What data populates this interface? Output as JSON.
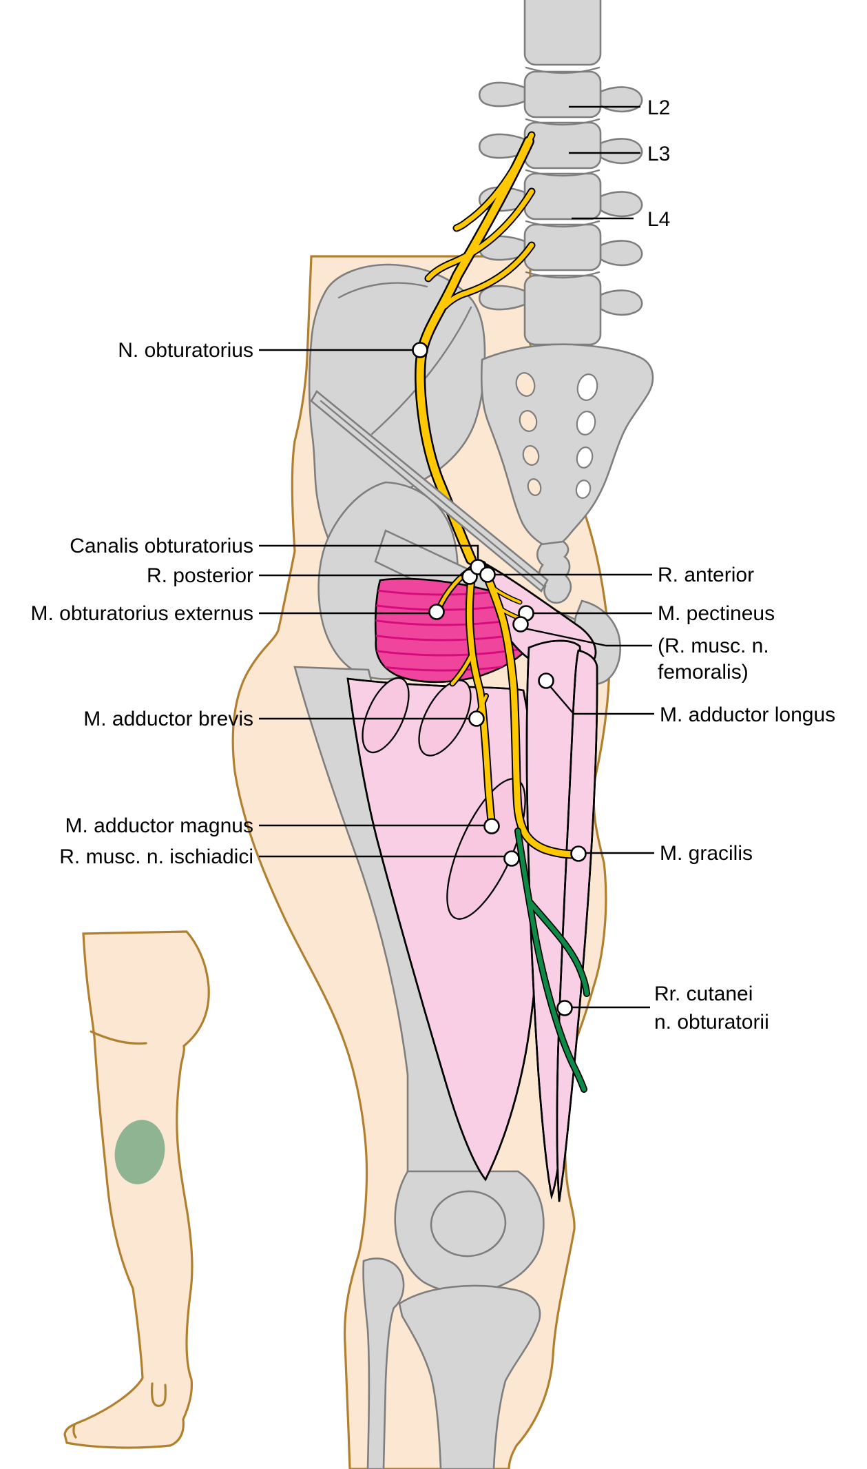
{
  "colors": {
    "skin": "#FCE7D2",
    "skin_outline": "#B0802F",
    "bone": "#D5D5D5",
    "bone_outline": "#7E7E7E",
    "muscle_deep": "#F0459C",
    "stripe_deep": "#D60C7E",
    "muscle_light": "#F9CFE6",
    "muscle_pale": "#F7C8E0",
    "stripe": "#EC1692",
    "nerve_yellow": "#FFC800",
    "nerve_green": "#0E8A47",
    "sage_green": "#8FB492",
    "label_color": "#000000"
  },
  "labels": {
    "l2": "L2",
    "l3": "L3",
    "l4": "L4",
    "n_obturatorius": "N. obturatorius",
    "canalis_obturatorius": "Canalis obturatorius",
    "r_posterior": "R. posterior",
    "m_obturatorius_externus": "M. obturatorius externus",
    "r_anterior": "R. anterior",
    "m_pectineus": "M. pectineus",
    "r_musc_n_femoralis_line1": "(R. musc. n.",
    "r_musc_n_femoralis_line2": "femoralis)",
    "m_adductor_brevis": "M. adductor brevis",
    "m_adductor_longus": "M. adductor longus",
    "m_adductor_magnus": "M. adductor magnus",
    "r_musc_n_ischiadici": "R. musc. n. ischiadici",
    "m_gracilis": "M. gracilis",
    "rr_cutanei_line1": "Rr. cutanei",
    "rr_cutanei_line2": "n. obturatorii"
  }
}
